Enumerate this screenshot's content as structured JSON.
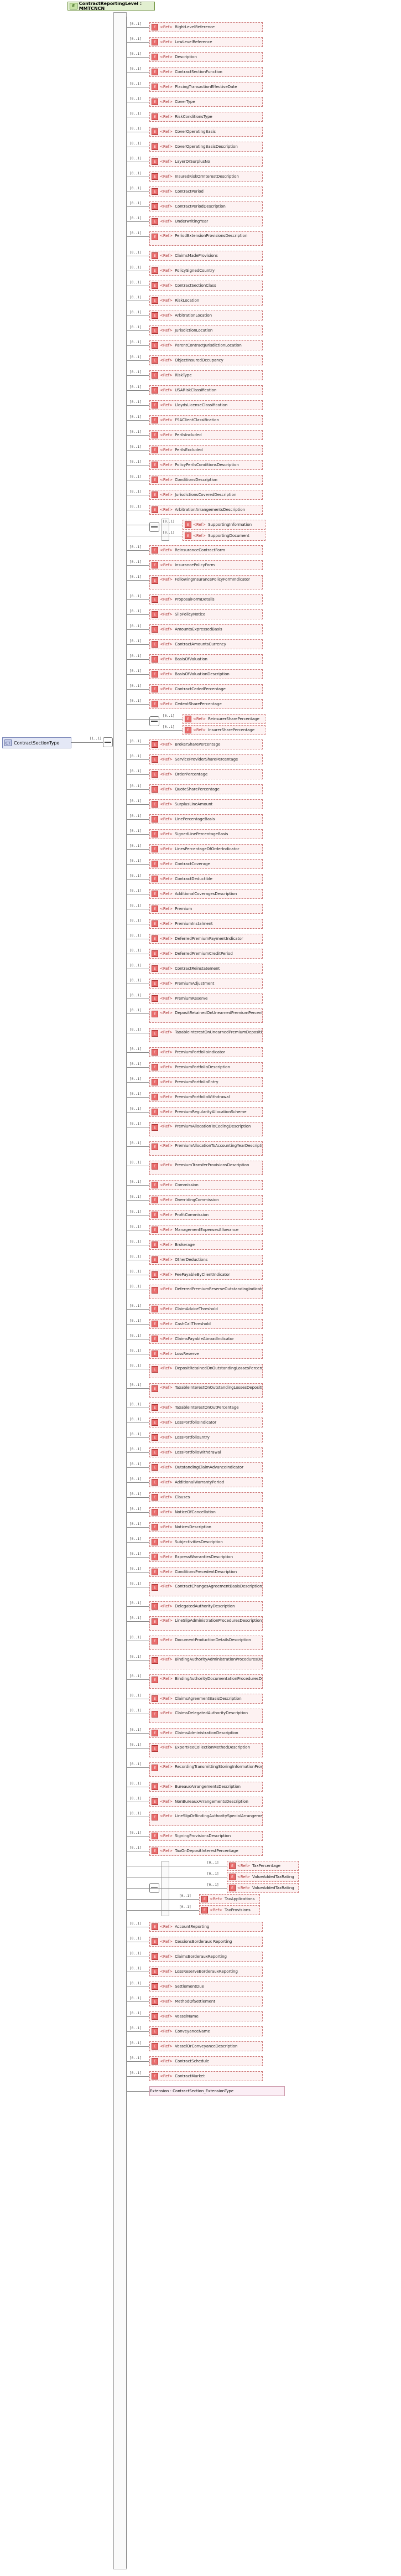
{
  "header": {
    "title": "ContractReportingLevel : MMTCNCN",
    "badge": "E"
  },
  "root": {
    "label": "ContractSectionType",
    "badge": "CT"
  },
  "occ_default": "[1..1]",
  "occ_optional": "[0..1]",
  "occ_many": "[0..*]",
  "ref_tag": "<Ref>",
  "element_badge": "E",
  "elements": [
    "RightLevelReference",
    "LowLevelReference",
    "Description",
    "ContractSectionFunction",
    "PlacingTransactionEffectiveDate",
    "CoverType",
    "RiskConditionsType",
    "CoverOperatingBasis",
    "CoverOperatingBasisDescription",
    "LayerOrSurplusNo",
    "InsuredRiskOrInterestDescription",
    "ContractPeriod",
    "ContractPeriodDescription",
    "UnderwritingYear",
    "PeriodExtensionProvisionsDescription",
    "ClaimsMadeProvisions",
    "PolicySignedCountry",
    "ContractSectionClass",
    "RiskLocation",
    "ArbitrationLocation",
    "JurisdictionLocation",
    "ParentContractJurisdictionLocation",
    "ObjectInsuredOccupancy",
    "RiskType",
    "USARiskClassification",
    "LloydsLicenseClassification",
    "FSAClientClassification",
    "PerilsIncluded",
    "PerilsExcluded",
    "PolicyPerilsConditionsDescription",
    "ConditionsDescription",
    "JurisdictionsCoveredDescription",
    "ArbitrationArrangementsDescription",
    "ReinsuranceContractForm",
    "InsurancePolicyForm",
    "FollowingInsurancePolicyFormIndicator",
    "ProposalFormDetails",
    "SlipPolicyNotice",
    "AmountsExpressedBasis",
    "ContractAmountsCurrency",
    "BasisOfValuation",
    "BasisOfValuationDescription",
    "ContractCededPercentage",
    "CedentSharePercentage",
    "BrokerSharePercentage",
    "ServiceProviderSharePercentage",
    "OrderPercentage",
    "QuoteSharePercentage",
    "SurplusLineAmount",
    "LinePercentageBasis",
    "SignedLinePercentageBasis",
    "LinesPercentageOfOrderIndicator",
    "ContractCoverage",
    "ContractDeductible",
    "AdditionalCoveragesDescription",
    "Premium",
    "PremiumInstalment",
    "DeferredPremiumPaymentIndicator",
    "DeferredPremiumCreditPeriod",
    "ContractReinstatement",
    "PremiumAdjustment",
    "PremiumReserve",
    "DepositRetainedOnUnearnedPremiumPercentage",
    "TaxableInterestOnUnearnedPremiumDepositPercentage",
    "PremiumPortfolioIndicator",
    "PremiumPortfolioDescription",
    "PremiumPortfolioEntry",
    "PremiumPortfolioWithdrawal",
    "PremiumRegularityAllocationScheme",
    "PremiumAllocationToCedingDescription",
    "PremiumAllocationToAccountingYearDescription",
    "PremiumTransferProvisionsDescription",
    "Commission",
    "OverridingCommission",
    "ProfitCommission",
    "ManagementExpensesAllowance",
    "Brokerage",
    "OtherDeductions",
    "FeePayableByClientIndicator",
    "DeferredPremiumReserveOutstandingIndicator",
    "ClaimAdviceThreshold",
    "CashCallThreshold",
    "ClaimsPayableAbroadIndicator",
    "LossReserve",
    "DepositRetainedOnOutstandingLossesPercentage",
    "TaxableInterestOnOutstandingLossesDepositPercentage",
    "TaxableInterestOnOutPercentage",
    "LossPortfolioIndicator",
    "LossPortfolioEntry",
    "LossPortfolioWithdrawal",
    "OutstandingClaimAdvanceIndicator",
    "AdditionalWarrantyPeriod",
    "Clauses",
    "NoticeOfCancellation",
    "NoticesDescription",
    "SubjectivitiesDescription",
    "ExpressWarrantiesDescription",
    "ConditionsPrecedentDescription",
    "ContractChangesAgreementBasisDescription",
    "DelegatedAuthorityDescription",
    "LineSlipAdministrationProceduresDescription",
    "DocumentProductionDetailsDescription",
    "BindingAuthorityAdministrationProceduresDescription",
    "BindingAuthorityDocumentationProceduresDescription",
    "ClaimsAgreementBasisDescription",
    "ClaimsDelegatedAuthorityDescription",
    "ClaimsAdministrationDescription",
    "ExpertFeeCollectionMethodDescription",
    "RecordingTransmittingStoringInformationProvisionsDescription",
    "BureauxArrangementsDescription",
    "NonBureauxArrangementsDescription",
    "LineSlipOrBindingAuthoritySpecialArrangementsDescription",
    "SigningProvisionsDescription",
    "TaxOnDepositInterestPercentage"
  ],
  "sub_choice_a": [
    "SupportingInformation",
    "SupportingDocument"
  ],
  "sub_choice_b": [
    "ReinsurerSharePercentage",
    "InsurerSharePercentage"
  ],
  "tax_group": [
    "TaxPercentage",
    "ValueAddedTaxRating"
  ],
  "tax_group2": [
    "ValueAddedTaxRating",
    "TaxApplications",
    "TaxProvisions"
  ],
  "tail_elements": [
    "AccountReporting",
    "CessionsBorderaux Reporting",
    "ClaimsBorderauxReporting",
    "LossReserveBorderauxReporting",
    "SettlementDue",
    "MethodOfSettlement",
    "VesselName",
    "ConveyanceName",
    "VesselOrConveyanceDescription",
    "ContractSchedule",
    "ContractMarket"
  ],
  "extension": "Extension : ContractSection_ExtensionType"
}
